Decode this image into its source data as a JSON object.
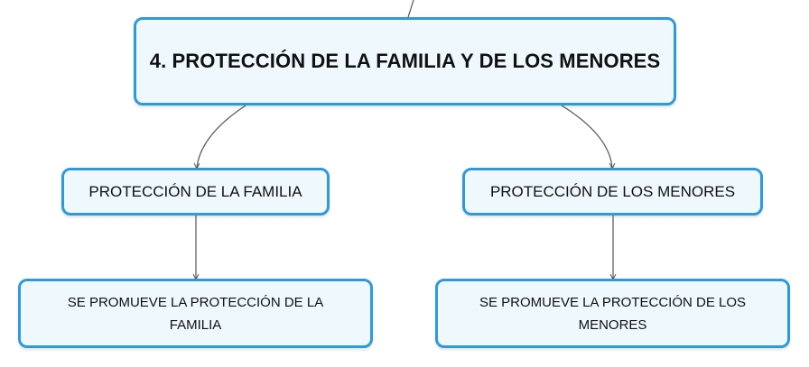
{
  "root": {
    "label": "4. PROTECCIÓN DE LA FAMILIA Y DE LOS MENORES"
  },
  "branches": [
    {
      "label": "PROTECCIÓN DE LA FAMILIA",
      "detail": "SE PROMUEVE LA PROTECCIÓN DE LA FAMILIA"
    },
    {
      "label": "PROTECCIÓN DE LOS MENORES",
      "detail": "SE PROMUEVE LA PROTECCIÓN DE LOS MENORES"
    }
  ],
  "colors": {
    "node_border": "#2f9ad9",
    "node_fill": "#eef8fd",
    "connector": "#555555"
  }
}
